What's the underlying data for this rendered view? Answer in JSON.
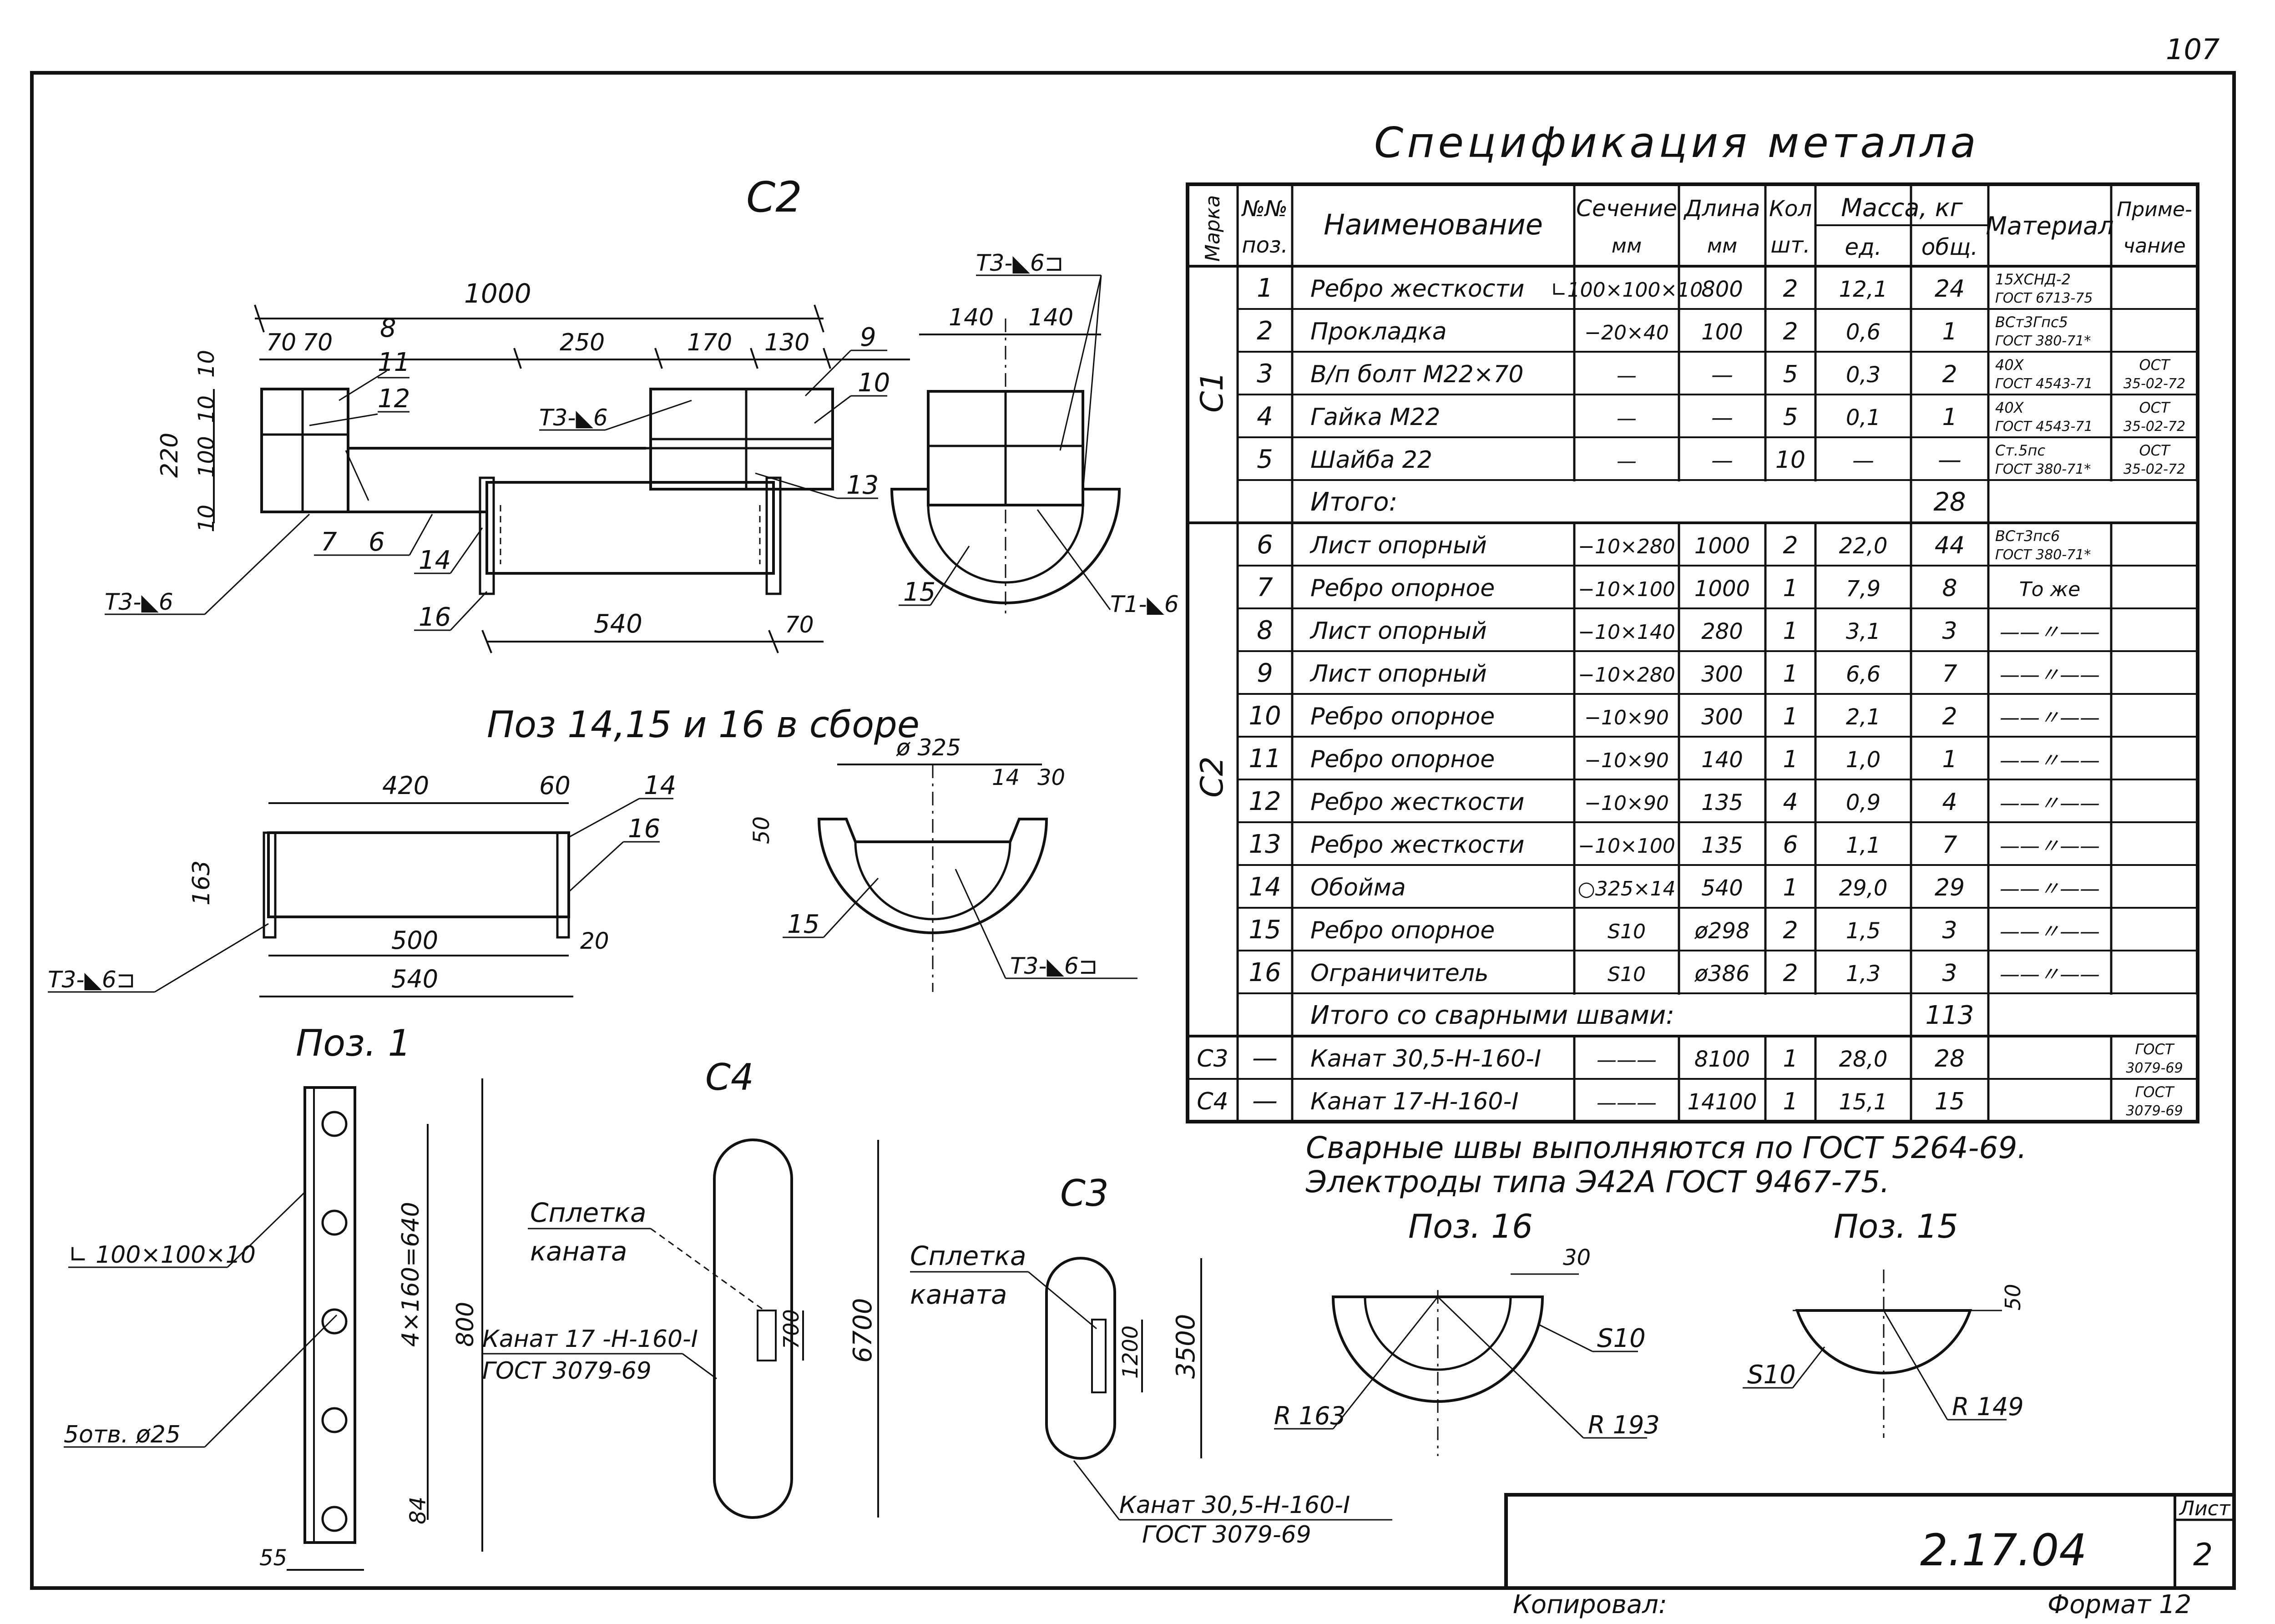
{
  "sheet": {
    "page_number": "107",
    "notes": [
      "Сварные швы выполняются по ГОСТ 5264-69.",
      "Электроды типа Э42А ГОСТ 9467-75."
    ],
    "title_block": {
      "code": "2.17.04",
      "sheet_label": "Лист",
      "sheet_no": "2"
    },
    "copied_label": "Копировал:",
    "format_label": "Формат 12"
  },
  "spec": {
    "title": "Спецификация металла",
    "headers": {
      "mark": "Марка",
      "pos": [
        "№№",
        "поз."
      ],
      "name": "Наименование",
      "section": [
        "Сечение",
        "мм"
      ],
      "length": [
        "Длина",
        "мм"
      ],
      "qty": [
        "Кол",
        "шт."
      ],
      "mass": "Масса, кг",
      "mass_unit": "ед.",
      "mass_total": "общ.",
      "material": "Материал",
      "note": [
        "Приме-",
        "чание"
      ]
    },
    "groups": [
      {
        "mark": "С1",
        "rows": [
          {
            "pos": "1",
            "name": "Ребро жесткости",
            "section": "∟100×100×10",
            "length": "800",
            "qty": "2",
            "unit": "12,1",
            "total": "24",
            "material": [
              "15ХСНД-2",
              "ГОСТ 6713-75"
            ],
            "note": []
          },
          {
            "pos": "2",
            "name": "Прокладка",
            "section": "−20×40",
            "length": "100",
            "qty": "2",
            "unit": "0,6",
            "total": "1",
            "material": [
              "ВСт3Гпс5",
              "ГОСТ 380-71*"
            ],
            "note": []
          },
          {
            "pos": "3",
            "name": "В/п болт М22×70",
            "section": "—",
            "length": "—",
            "qty": "5",
            "unit": "0,3",
            "total": "2",
            "material": [
              "40Х",
              "ГОСТ 4543-71"
            ],
            "note": [
              "ОСТ",
              "35-02-72"
            ]
          },
          {
            "pos": "4",
            "name": "Гайка М22",
            "section": "—",
            "length": "—",
            "qty": "5",
            "unit": "0,1",
            "total": "1",
            "material": [
              "40Х",
              "ГОСТ 4543-71"
            ],
            "note": [
              "ОСТ",
              "35-02-72"
            ]
          },
          {
            "pos": "5",
            "name": "Шайба 22",
            "section": "—",
            "length": "—",
            "qty": "10",
            "unit": "—",
            "total": "—",
            "material": [
              "Ст.5пс",
              "ГОСТ 380-71*"
            ],
            "note": [
              "ОСТ",
              "35-02-72"
            ]
          }
        ],
        "total_label": "Итого:",
        "total": "28"
      },
      {
        "mark": "С2",
        "rows": [
          {
            "pos": "6",
            "name": "Лист опорный",
            "section": "−10×280",
            "length": "1000",
            "qty": "2",
            "unit": "22,0",
            "total": "44",
            "material": [
              "ВСт3пс6",
              "ГОСТ 380-71*"
            ],
            "note": []
          },
          {
            "pos": "7",
            "name": "Ребро опорное",
            "section": "−10×100",
            "length": "1000",
            "qty": "1",
            "unit": "7,9",
            "total": "8",
            "material": [
              "То же"
            ],
            "note": []
          },
          {
            "pos": "8",
            "name": "Лист опорный",
            "section": "−10×140",
            "length": "280",
            "qty": "1",
            "unit": "3,1",
            "total": "3",
            "material": [
              "——〃——"
            ],
            "note": []
          },
          {
            "pos": "9",
            "name": "Лист опорный",
            "section": "−10×280",
            "length": "300",
            "qty": "1",
            "unit": "6,6",
            "total": "7",
            "material": [
              "——〃——"
            ],
            "note": []
          },
          {
            "pos": "10",
            "name": "Ребро опорное",
            "section": "−10×90",
            "length": "300",
            "qty": "1",
            "unit": "2,1",
            "total": "2",
            "material": [
              "——〃——"
            ],
            "note": []
          },
          {
            "pos": "11",
            "name": "Ребро опорное",
            "section": "−10×90",
            "length": "140",
            "qty": "1",
            "unit": "1,0",
            "total": "1",
            "material": [
              "——〃——"
            ],
            "note": []
          },
          {
            "pos": "12",
            "name": "Ребро жесткости",
            "section": "−10×90",
            "length": "135",
            "qty": "4",
            "unit": "0,9",
            "total": "4",
            "material": [
              "——〃——"
            ],
            "note": []
          },
          {
            "pos": "13",
            "name": "Ребро жесткости",
            "section": "−10×100",
            "length": "135",
            "qty": "6",
            "unit": "1,1",
            "total": "7",
            "material": [
              "——〃——"
            ],
            "note": []
          },
          {
            "pos": "14",
            "name": "Обойма",
            "section": "○325×14",
            "length": "540",
            "qty": "1",
            "unit": "29,0",
            "total": "29",
            "material": [
              "——〃——"
            ],
            "note": []
          },
          {
            "pos": "15",
            "name": "Ребро опорное",
            "section": "S10",
            "length": "ø298",
            "qty": "2",
            "unit": "1,5",
            "total": "3",
            "material": [
              "——〃——"
            ],
            "note": []
          },
          {
            "pos": "16",
            "name": "Ограничитель",
            "section": "S10",
            "length": "ø386",
            "qty": "2",
            "unit": "1,3",
            "total": "3",
            "material": [
              "——〃——"
            ],
            "note": []
          }
        ],
        "total_label": "Итого со сварными швами:",
        "total": "113"
      }
    ],
    "rope_rows": [
      {
        "mark": "С3",
        "pos": "—",
        "name": "Канат 30,5-Н-160-I",
        "section": "———",
        "length": "8100",
        "qty": "1",
        "unit": "28,0",
        "total": "28",
        "material": [],
        "note": [
          "ГОСТ",
          "3079-69"
        ]
      },
      {
        "mark": "С4",
        "pos": "—",
        "name": "Канат 17-Н-160-I",
        "section": "———",
        "length": "14100",
        "qty": "1",
        "unit": "15,1",
        "total": "15",
        "material": [],
        "note": [
          "ГОСТ",
          "3079-69"
        ]
      }
    ]
  },
  "views": {
    "c2": {
      "title": "С2",
      "dims": {
        "total": "1000",
        "d70a": "70",
        "d70b": "70",
        "d250": "250",
        "d170": "170",
        "d130": "130",
        "d140a": "140",
        "d140b": "140",
        "h220": "220",
        "h10a": "10",
        "h100": "100",
        "h10b": "10",
        "h10c": "10",
        "d540": "540",
        "d70c": "70"
      },
      "marks": {
        "p8": "8",
        "p11": "11",
        "p12": "12",
        "p9": "9",
        "p10": "10",
        "p13": "13",
        "p7": "7",
        "p6": "6",
        "p14": "14",
        "p16": "16",
        "p15": "15"
      },
      "welds": {
        "w1": "Т3-◣6",
        "w2": "Т3-◣6",
        "w3": "Т3-◣6⊐",
        "w4": "Т1-◣6"
      }
    },
    "assembly": {
      "title": "Поз 14,15 и 16 в сборе",
      "dims": {
        "d420": "420",
        "d60": "60",
        "d163": "163",
        "d500": "500",
        "d540": "540",
        "d20": "20",
        "d325": "ø 325",
        "d14": "14",
        "d30": "30",
        "d50": "50"
      },
      "marks": {
        "p14": "14",
        "p16": "16",
        "p15": "15"
      },
      "welds": {
        "w1": "Т3-◣6⊐",
        "w2": "Т3-◣6⊐"
      }
    },
    "pos1": {
      "title": "Поз. 1",
      "profile": "∟ 100×100×10",
      "holes": "5отв. ø25",
      "dims": {
        "d4x160": "4×160=640",
        "d800": "800",
        "d84": "84",
        "d55": "55"
      }
    },
    "c4": {
      "title": "С4",
      "splice": [
        "Сплетка",
        "каната"
      ],
      "rope": [
        "Канат 17 -Н-160-I",
        "ГОСТ 3079-69"
      ],
      "dims": {
        "d700": "700",
        "d6700": "6700"
      }
    },
    "c3": {
      "title": "С3",
      "splice": [
        "Сплетка",
        "каната"
      ],
      "rope": [
        "Канат 30,5-Н-160-I",
        "ГОСТ 3079-69"
      ],
      "dims": {
        "d1200": "1200",
        "d3500": "3500"
      }
    },
    "pos16": {
      "title": "Поз. 16",
      "labels": {
        "d30": "30",
        "s10": "S10",
        "r163": "R 163",
        "r193": "R 193"
      }
    },
    "pos15": {
      "title": "Поз. 15",
      "labels": {
        "d50": "50",
        "s10": "S10",
        "r149": "R 149"
      }
    }
  }
}
